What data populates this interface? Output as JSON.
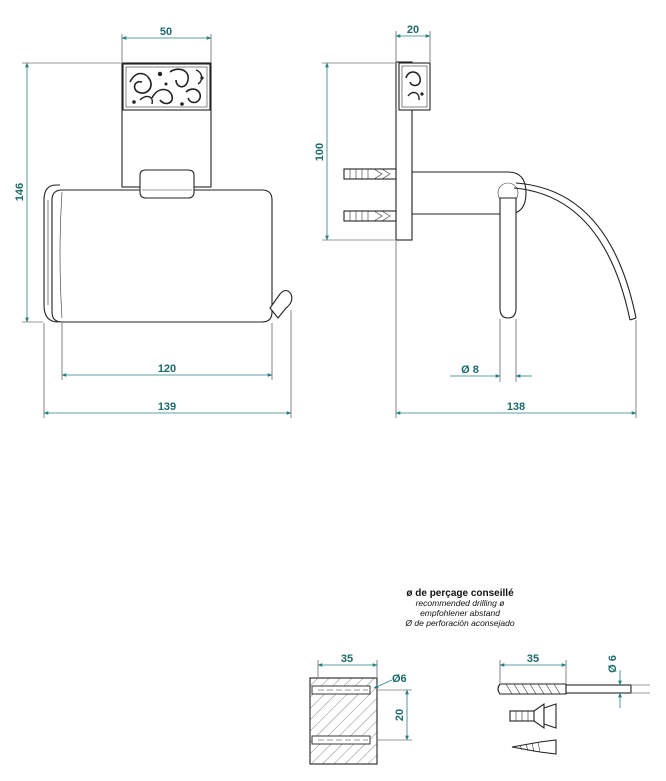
{
  "dimensions": {
    "front_top_width": "50",
    "front_height": "146",
    "front_inner_width": "120",
    "front_total_width": "139",
    "side_top_width": "20",
    "side_height": "100",
    "side_rod_diameter": "Ø 8",
    "side_total_width": "138",
    "block_width": "35",
    "block_hole_diameter": "Ø6",
    "block_spacing": "20",
    "drill_length": "35",
    "drill_diameter": "Ø 6"
  },
  "caption": {
    "french": "ø de perçage conseillé",
    "english": "recommended drilling ø",
    "german": "empfohlener abstand",
    "spanish": "Ø de perforación aconsejado"
  },
  "colors": {
    "dimension": "#1c6a6a",
    "line": "#222222"
  }
}
